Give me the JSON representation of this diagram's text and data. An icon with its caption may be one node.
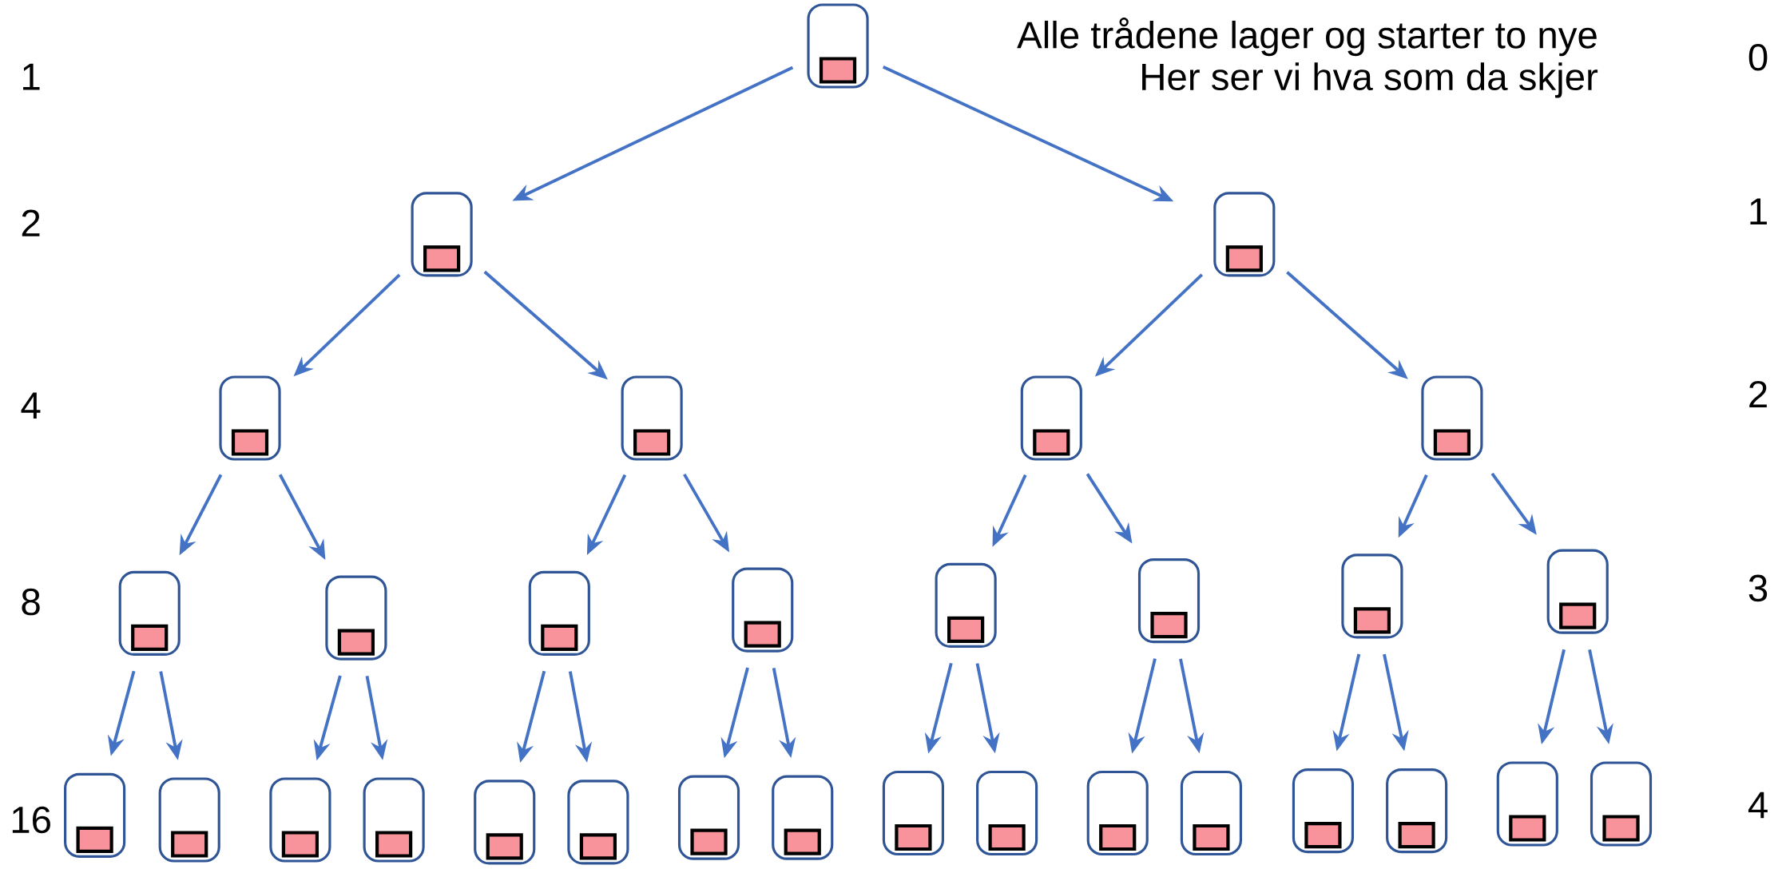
{
  "diagram": {
    "nodes": [
      {
        "text": [],
        "shape": "box"
      },
      {
        "text": [],
        "shape": "box"
      },
      {
        "text": [],
        "shape": "box"
      },
      {
        "text": [],
        "shape": "box"
      },
      {
        "text": [],
        "shape": "box"
      },
      {
        "text": [],
        "shape": "box"
      },
      {
        "text": [],
        "shape": "box"
      },
      {
        "text": [],
        "shape": "box"
      },
      {
        "text": [],
        "shape": "box"
      },
      {
        "text": [],
        "shape": "box"
      },
      {
        "text": [],
        "shape": "box"
      },
      {
        "text": [],
        "shape": "box"
      },
      {
        "text": [],
        "shape": "box"
      },
      {
        "text": [],
        "shape": "box"
      },
      {
        "text": [],
        "shape": "box"
      },
      {
        "text": [],
        "shape": "box"
      },
      {
        "text": [],
        "shape": "box"
      },
      {
        "text": [],
        "shape": "box"
      },
      {
        "text": [],
        "shape": "box"
      },
      {
        "text": [],
        "shape": "box"
      },
      {
        "text": [],
        "shape": "box"
      },
      {
        "text": [],
        "shape": "box"
      },
      {
        "text": [],
        "shape": "box"
      },
      {
        "text": [],
        "shape": "box"
      },
      {
        "text": [],
        "shape": "box"
      },
      {
        "text": [],
        "shape": "box"
      },
      {
        "text": [],
        "shape": "box"
      },
      {
        "text": [],
        "shape": "box"
      },
      {
        "text": [],
        "shape": "box"
      },
      {
        "text": [],
        "shape": "box"
      },
      {
        "text": [],
        "shape": "box"
      }
    ],
    "edges": [
      {
        "from": 0,
        "to": 1,
        "arrow": "to"
      },
      {
        "from": 0,
        "to": 2,
        "arrow": "to"
      },
      {
        "from": 1,
        "to": 3,
        "arrow": "to"
      },
      {
        "from": 1,
        "to": 4,
        "arrow": "to"
      },
      {
        "from": 2,
        "to": 5,
        "arrow": "to"
      },
      {
        "from": 2,
        "to": 6,
        "arrow": "to"
      },
      {
        "from": 3,
        "to": 7,
        "arrow": "to"
      },
      {
        "from": 3,
        "to": 8,
        "arrow": "to"
      },
      {
        "from": 4,
        "to": 9,
        "arrow": "to"
      },
      {
        "from": 4,
        "to": 10,
        "arrow": "to"
      },
      {
        "from": 5,
        "to": 11,
        "arrow": "to"
      },
      {
        "from": 5,
        "to": 12,
        "arrow": "to"
      },
      {
        "from": 6,
        "to": 13,
        "arrow": "to"
      },
      {
        "from": 6,
        "to": 14,
        "arrow": "to"
      },
      {
        "from": 7,
        "to": 15,
        "arrow": "to"
      },
      {
        "from": 7,
        "to": 16,
        "arrow": "to"
      },
      {
        "from": 8,
        "to": 17,
        "arrow": "to"
      },
      {
        "from": 8,
        "to": 18,
        "arrow": "to"
      },
      {
        "from": 9,
        "to": 19,
        "arrow": "to"
      },
      {
        "from": 9,
        "to": 20,
        "arrow": "to"
      },
      {
        "from": 10,
        "to": 21,
        "arrow": "to"
      },
      {
        "from": 10,
        "to": 22,
        "arrow": "to"
      },
      {
        "from": 11,
        "to": 23,
        "arrow": "to"
      },
      {
        "from": 11,
        "to": 24,
        "arrow": "to"
      },
      {
        "from": 12,
        "to": 25,
        "arrow": "to"
      },
      {
        "from": 12,
        "to": 26,
        "arrow": "to"
      },
      {
        "from": 13,
        "to": 27,
        "arrow": "to"
      },
      {
        "from": 13,
        "to": 28,
        "arrow": "to"
      },
      {
        "from": 14,
        "to": 29,
        "arrow": "to"
      },
      {
        "from": 14,
        "to": 30,
        "arrow": "to"
      }
    ],
    "labels": [
      "Alle trådene lager og starter to nye",
      "0",
      "1",
      "Her ser vi hva som da skjer",
      "2",
      "1",
      "4",
      "2",
      "8",
      "3",
      "16",
      "4"
    ]
  }
}
